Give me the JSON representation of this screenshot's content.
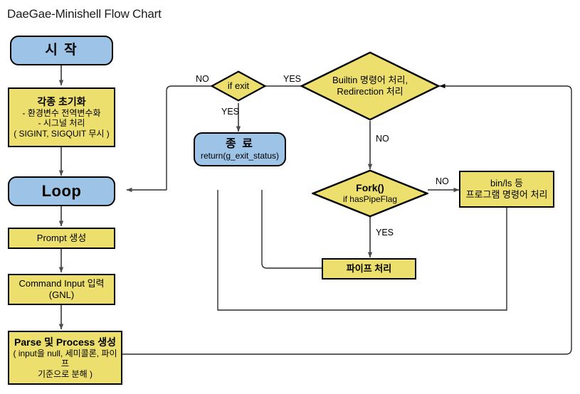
{
  "title": "DaeGae-Minishell Flow Chart",
  "colors": {
    "process_fill": "#ecdf6e",
    "terminal_fill": "#9dc3e6",
    "decision_fill": "#ecdf6e",
    "border": "#000000",
    "edge": "#5a5a5a",
    "text": "#000000"
  },
  "nodes": {
    "start": {
      "label": "시 작"
    },
    "init": {
      "title": "각종 초기화",
      "line2": "- 환경변수 전역변수화",
      "line3": "- 시그널 처리",
      "line4": "( SIGINT, SIGQUIT 무시 )"
    },
    "loop": {
      "label": "Loop"
    },
    "prompt": {
      "label": "Prompt 생성"
    },
    "command_input": {
      "title": "Command Input 입력",
      "sub": "(GNL)"
    },
    "parse": {
      "title": "Parse 및 Process 생성",
      "line2": "( input을 null, 세미콜론, 파이프",
      "line3": "기준으로 분해 )"
    },
    "if_exit": {
      "label": "if exit"
    },
    "exit": {
      "title": "종 료",
      "sub": "return(g_exit_status)"
    },
    "builtin": {
      "line1": "Builtin 명령어 처리,",
      "line2": "Redirection 처리"
    },
    "fork": {
      "title": "Fork()",
      "sub": "if hasPipeFlag"
    },
    "program_cmd": {
      "line1": "bin/ls 등",
      "line2": "프로그램 명령어 처리"
    },
    "pipe": {
      "label": "파이프 처리"
    }
  },
  "edge_labels": {
    "if_exit_no": "NO",
    "if_exit_yes_down": "YES",
    "builtin_yes": "YES",
    "builtin_no": "NO",
    "fork_no": "NO",
    "fork_yes": "YES"
  }
}
